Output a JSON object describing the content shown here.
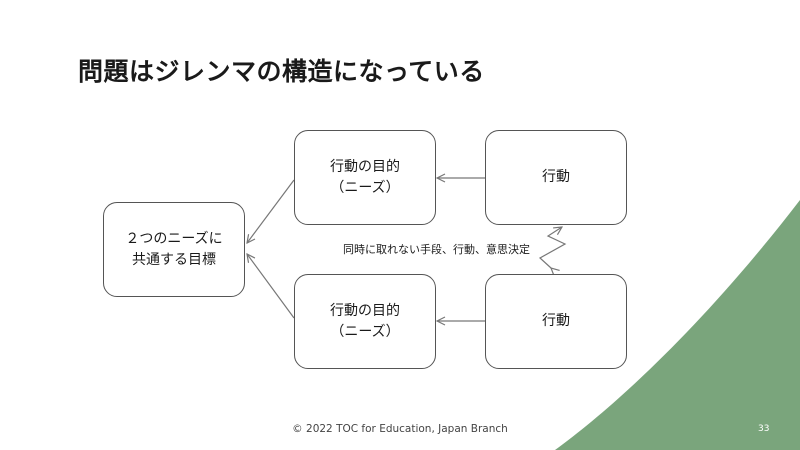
{
  "title": "問題はジレンマの構造になっている",
  "nodes": {
    "goal": [
      "２つのニーズに",
      "共通する目標"
    ],
    "need_top": [
      "行動の目的",
      "（ニーズ）"
    ],
    "need_bottom": [
      "行動の目的",
      "（ニーズ）"
    ],
    "action_top": "行動",
    "action_bottom": "行動"
  },
  "conflict_label": "同時に取れない手段、行動、意思決定",
  "footer": "© 2022 TOC for Education, Japan Branch",
  "page_number": "33",
  "colors": {
    "accent_green": "#7aa57c",
    "border": "#555555",
    "arrow": "#777777"
  }
}
